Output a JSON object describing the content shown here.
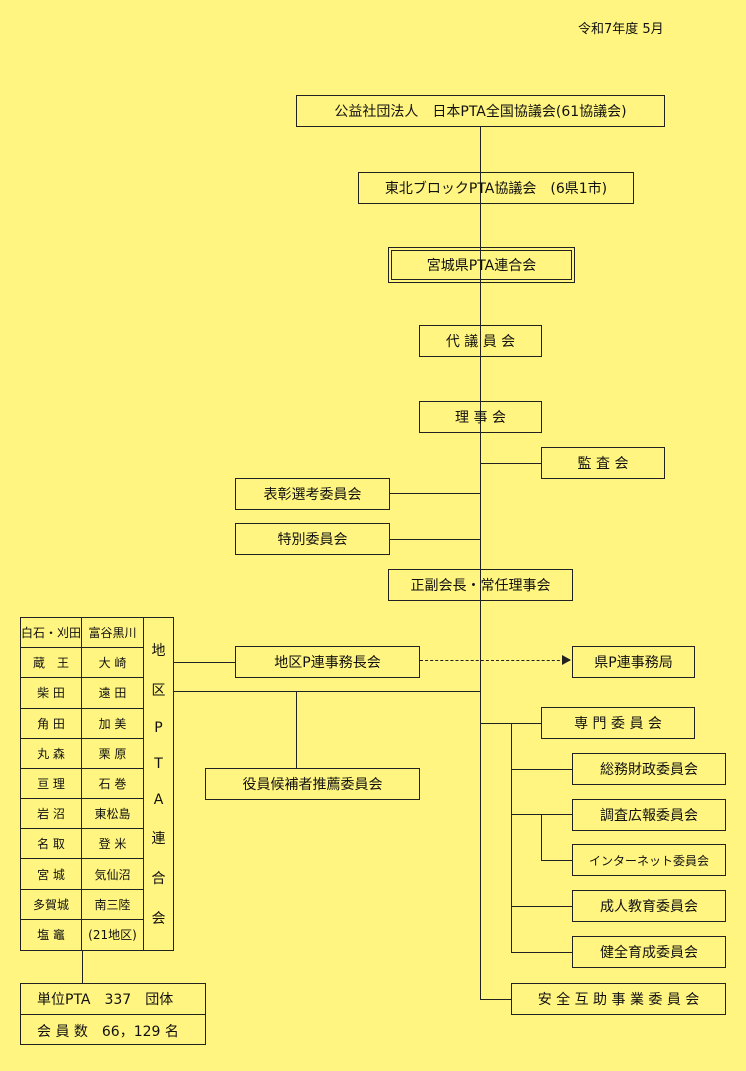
{
  "date": "令和7年度 5月",
  "nodes": {
    "national": "公益社団法人　日本PTA全国協議会(61協議会)",
    "tohoku": "東北ブロックPTA協議会　(6県1市)",
    "miyagi": "宮城県PTA連合会",
    "delegates": "代 議 員 会",
    "board": "理 事 会",
    "audit": "監 査 会",
    "award": "表彰選考委員会",
    "special": "特別委員会",
    "executive": "正副会長・常任理事会",
    "district_chiefs": "地区P連事務長会",
    "pref_office": "県P連事務局",
    "nomination": "役員候補者推薦委員会",
    "expert": "専 門 委 員 会",
    "finance": "総務財政委員会",
    "research": "調査広報委員会",
    "internet": "インターネット委員会",
    "adult_edu": "成人教育委員会",
    "youth": "健全育成委員会",
    "mutual_aid": "安 全 互 助 事 業 委 員 会"
  },
  "districts": [
    "白石・刈田",
    "富谷黒川",
    "蔵　王",
    "大 崎",
    "柴 田",
    "遠 田",
    "角 田",
    "加 美",
    "丸 森",
    "栗 原",
    "亘 理",
    "石 巻",
    "岩 沼",
    "東松島",
    "名 取",
    "登 米",
    "宮 城",
    "気仙沼",
    "多賀城",
    "南三陸",
    "塩 竈",
    "(21地区)"
  ],
  "district_label": [
    "地",
    "区",
    "P",
    "T",
    "A",
    "連",
    "合",
    "会"
  ],
  "unit": {
    "line1": "単位PTA　337　団体",
    "line2": "会 員 数　66，129 名"
  }
}
